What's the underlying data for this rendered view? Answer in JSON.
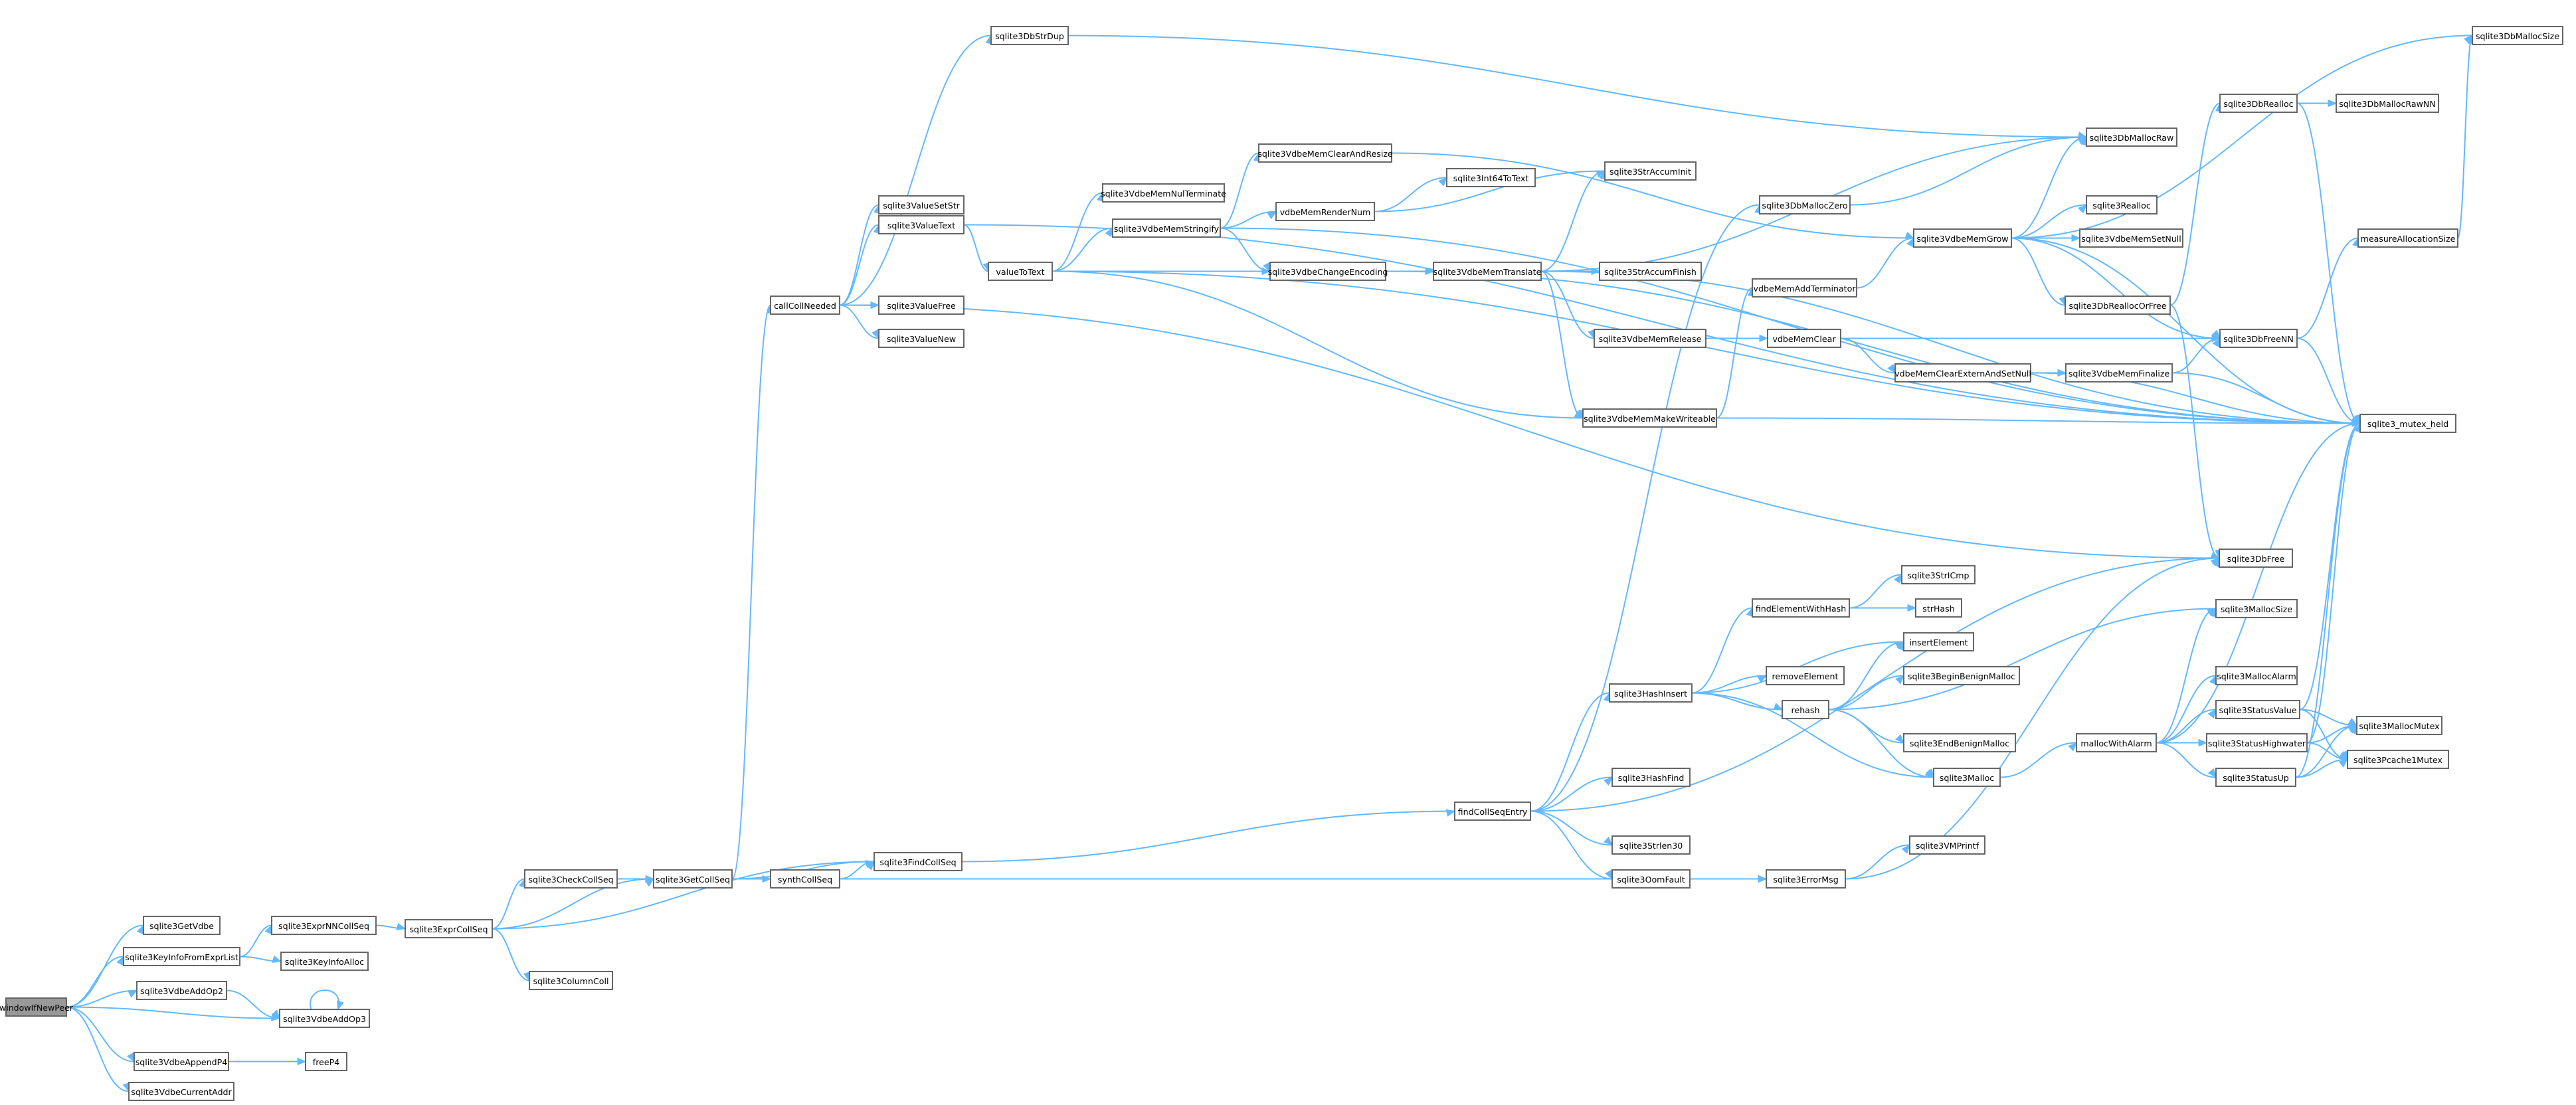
{
  "graph": {
    "nodes": [
      {
        "id": "windowIfNewPeer",
        "label": "windowIfNewPeer",
        "root": true
      },
      {
        "id": "sqlite3GetVdbe",
        "label": "sqlite3GetVdbe"
      },
      {
        "id": "sqlite3KeyInfoFromExprList",
        "label": "sqlite3KeyInfoFromExprList"
      },
      {
        "id": "sqlite3VdbeAddOp2",
        "label": "sqlite3VdbeAddOp2"
      },
      {
        "id": "sqlite3VdbeAddOp3",
        "label": "sqlite3VdbeAddOp3"
      },
      {
        "id": "sqlite3VdbeAppendP4",
        "label": "sqlite3VdbeAppendP4"
      },
      {
        "id": "sqlite3VdbeCurrentAddr",
        "label": "sqlite3VdbeCurrentAddr"
      },
      {
        "id": "sqlite3ExprNNCollSeq",
        "label": "sqlite3ExprNNCollSeq"
      },
      {
        "id": "sqlite3KeyInfoAlloc",
        "label": "sqlite3KeyInfoAlloc"
      },
      {
        "id": "freeP4",
        "label": "freeP4"
      },
      {
        "id": "sqlite3ExprCollSeq",
        "label": "sqlite3ExprCollSeq"
      },
      {
        "id": "sqlite3CheckCollSeq",
        "label": "sqlite3CheckCollSeq"
      },
      {
        "id": "sqlite3ColumnColl",
        "label": "sqlite3ColumnColl"
      },
      {
        "id": "sqlite3GetCollSeq",
        "label": "sqlite3GetCollSeq"
      },
      {
        "id": "synthCollSeq",
        "label": "synthCollSeq"
      },
      {
        "id": "sqlite3FindCollSeq",
        "label": "sqlite3FindCollSeq"
      },
      {
        "id": "callCollNeeded",
        "label": "callCollNeeded"
      },
      {
        "id": "sqlite3DbStrDup",
        "label": "sqlite3DbStrDup"
      },
      {
        "id": "sqlite3ValueSetStr",
        "label": "sqlite3ValueSetStr"
      },
      {
        "id": "sqlite3ValueText",
        "label": "sqlite3ValueText"
      },
      {
        "id": "sqlite3ValueFree",
        "label": "sqlite3ValueFree"
      },
      {
        "id": "sqlite3ValueNew",
        "label": "sqlite3ValueNew"
      },
      {
        "id": "valueToText",
        "label": "valueToText"
      },
      {
        "id": "sqlite3VdbeMemNulTerminate",
        "label": "sqlite3VdbeMemNulTerminate"
      },
      {
        "id": "sqlite3VdbeMemStringify",
        "label": "sqlite3VdbeMemStringify"
      },
      {
        "id": "sqlite3VdbeMemClearAndResize",
        "label": "sqlite3VdbeMemClearAndResize"
      },
      {
        "id": "vdbeMemRenderNum",
        "label": "vdbeMemRenderNum"
      },
      {
        "id": "sqlite3Int64ToText",
        "label": "sqlite3Int64ToText"
      },
      {
        "id": "sqlite3VdbeChangeEncoding",
        "label": "sqlite3VdbeChangeEncoding"
      },
      {
        "id": "sqlite3VdbeMemTranslate",
        "label": "sqlite3VdbeMemTranslate"
      },
      {
        "id": "sqlite3StrAccumInit",
        "label": "sqlite3StrAccumInit"
      },
      {
        "id": "sqlite3StrAccumFinish",
        "label": "sqlite3StrAccumFinish"
      },
      {
        "id": "sqlite3VdbeMemRelease",
        "label": "sqlite3VdbeMemRelease"
      },
      {
        "id": "sqlite3VdbeMemMakeWriteable",
        "label": "sqlite3VdbeMemMakeWriteable"
      },
      {
        "id": "sqlite3DbMallocZero",
        "label": "sqlite3DbMallocZero"
      },
      {
        "id": "vdbeMemAddTerminator",
        "label": "vdbeMemAddTerminator"
      },
      {
        "id": "vdbeMemClear",
        "label": "vdbeMemClear"
      },
      {
        "id": "vdbeMemClearExternAndSetNull",
        "label": "vdbeMemClearExternAndSetNull"
      },
      {
        "id": "sqlite3VdbeMemGrow",
        "label": "sqlite3VdbeMemGrow"
      },
      {
        "id": "sqlite3DbMallocRaw",
        "label": "sqlite3DbMallocRaw"
      },
      {
        "id": "sqlite3Realloc",
        "label": "sqlite3Realloc"
      },
      {
        "id": "sqlite3VdbeMemSetNull",
        "label": "sqlite3VdbeMemSetNull"
      },
      {
        "id": "sqlite3DbReallocOrFree",
        "label": "sqlite3DbReallocOrFree"
      },
      {
        "id": "sqlite3DbRealloc",
        "label": "sqlite3DbRealloc"
      },
      {
        "id": "sqlite3DbMallocRawNN",
        "label": "sqlite3DbMallocRawNN"
      },
      {
        "id": "sqlite3DbFreeNN",
        "label": "sqlite3DbFreeNN"
      },
      {
        "id": "sqlite3VdbeMemFinalize",
        "label": "sqlite3VdbeMemFinalize"
      },
      {
        "id": "sqlite3DbMallocSize",
        "label": "sqlite3DbMallocSize"
      },
      {
        "id": "measureAllocationSize",
        "label": "measureAllocationSize"
      },
      {
        "id": "sqlite3_mutex_held",
        "label": "sqlite3_mutex_held"
      },
      {
        "id": "sqlite3DbFree",
        "label": "sqlite3DbFree"
      },
      {
        "id": "findCollSeqEntry",
        "label": "findCollSeqEntry"
      },
      {
        "id": "sqlite3HashInsert",
        "label": "sqlite3HashInsert"
      },
      {
        "id": "sqlite3HashFind",
        "label": "sqlite3HashFind"
      },
      {
        "id": "sqlite3Strlen30",
        "label": "sqlite3Strlen30"
      },
      {
        "id": "sqlite3OomFault",
        "label": "sqlite3OomFault"
      },
      {
        "id": "sqlite3ErrorMsg",
        "label": "sqlite3ErrorMsg"
      },
      {
        "id": "sqlite3VMPrintf",
        "label": "sqlite3VMPrintf"
      },
      {
        "id": "findElementWithHash",
        "label": "findElementWithHash"
      },
      {
        "id": "sqlite3StrICmp",
        "label": "sqlite3StrICmp"
      },
      {
        "id": "strHash",
        "label": "strHash"
      },
      {
        "id": "insertElement",
        "label": "insertElement"
      },
      {
        "id": "removeElement",
        "label": "removeElement"
      },
      {
        "id": "rehash",
        "label": "rehash"
      },
      {
        "id": "sqlite3BeginBenignMalloc",
        "label": "sqlite3BeginBenignMalloc"
      },
      {
        "id": "sqlite3EndBenignMalloc",
        "label": "sqlite3EndBenignMalloc"
      },
      {
        "id": "sqlite3Malloc",
        "label": "sqlite3Malloc"
      },
      {
        "id": "mallocWithAlarm",
        "label": "mallocWithAlarm"
      },
      {
        "id": "sqlite3MallocSize",
        "label": "sqlite3MallocSize"
      },
      {
        "id": "sqlite3MallocAlarm",
        "label": "sqlite3MallocAlarm"
      },
      {
        "id": "sqlite3StatusValue",
        "label": "sqlite3StatusValue"
      },
      {
        "id": "sqlite3StatusHighwater",
        "label": "sqlite3StatusHighwater"
      },
      {
        "id": "sqlite3StatusUp",
        "label": "sqlite3StatusUp"
      },
      {
        "id": "sqlite3MallocMutex",
        "label": "sqlite3MallocMutex"
      },
      {
        "id": "sqlite3Pcache1Mutex",
        "label": "sqlite3Pcache1Mutex"
      }
    ],
    "edges": [
      [
        "windowIfNewPeer",
        "sqlite3GetVdbe"
      ],
      [
        "windowIfNewPeer",
        "sqlite3KeyInfoFromExprList"
      ],
      [
        "windowIfNewPeer",
        "sqlite3VdbeAddOp2"
      ],
      [
        "windowIfNewPeer",
        "sqlite3VdbeAddOp3"
      ],
      [
        "windowIfNewPeer",
        "sqlite3VdbeAppendP4"
      ],
      [
        "windowIfNewPeer",
        "sqlite3VdbeCurrentAddr"
      ],
      [
        "sqlite3KeyInfoFromExprList",
        "sqlite3ExprNNCollSeq"
      ],
      [
        "sqlite3KeyInfoFromExprList",
        "sqlite3KeyInfoAlloc"
      ],
      [
        "sqlite3VdbeAddOp2",
        "sqlite3VdbeAddOp3"
      ],
      [
        "sqlite3VdbeAddOp3",
        "sqlite3VdbeAddOp3"
      ],
      [
        "sqlite3VdbeAppendP4",
        "freeP4"
      ],
      [
        "sqlite3ExprNNCollSeq",
        "sqlite3ExprCollSeq"
      ],
      [
        "sqlite3ExprCollSeq",
        "sqlite3CheckCollSeq"
      ],
      [
        "sqlite3ExprCollSeq",
        "sqlite3ColumnColl"
      ],
      [
        "sqlite3ExprCollSeq",
        "sqlite3FindCollSeq"
      ],
      [
        "sqlite3ExprCollSeq",
        "sqlite3GetCollSeq"
      ],
      [
        "sqlite3CheckCollSeq",
        "sqlite3GetCollSeq"
      ],
      [
        "sqlite3GetCollSeq",
        "callCollNeeded"
      ],
      [
        "sqlite3GetCollSeq",
        "sqlite3ErrorMsg"
      ],
      [
        "sqlite3GetCollSeq",
        "sqlite3FindCollSeq"
      ],
      [
        "sqlite3GetCollSeq",
        "synthCollSeq"
      ],
      [
        "synthCollSeq",
        "sqlite3FindCollSeq"
      ],
      [
        "sqlite3FindCollSeq",
        "findCollSeqEntry"
      ],
      [
        "callCollNeeded",
        "sqlite3DbFree"
      ],
      [
        "callCollNeeded",
        "sqlite3DbStrDup"
      ],
      [
        "callCollNeeded",
        "sqlite3ValueFree"
      ],
      [
        "callCollNeeded",
        "sqlite3ValueNew"
      ],
      [
        "callCollNeeded",
        "sqlite3ValueSetStr"
      ],
      [
        "callCollNeeded",
        "sqlite3ValueText"
      ],
      [
        "sqlite3DbStrDup",
        "sqlite3DbMallocRaw"
      ],
      [
        "sqlite3ValueText",
        "sqlite3_mutex_held"
      ],
      [
        "sqlite3ValueText",
        "valueToText"
      ],
      [
        "valueToText",
        "sqlite3VdbeChangeEncoding"
      ],
      [
        "valueToText",
        "sqlite3VdbeMemMakeWriteable"
      ],
      [
        "valueToText",
        "sqlite3VdbeMemNulTerminate"
      ],
      [
        "valueToText",
        "sqlite3VdbeMemStringify"
      ],
      [
        "valueToText",
        "sqlite3_mutex_held"
      ],
      [
        "sqlite3VdbeMemStringify",
        "sqlite3VdbeChangeEncoding"
      ],
      [
        "sqlite3VdbeMemStringify",
        "sqlite3VdbeMemClearAndResize"
      ],
      [
        "sqlite3VdbeMemStringify",
        "sqlite3_mutex_held"
      ],
      [
        "sqlite3VdbeMemStringify",
        "vdbeMemRenderNum"
      ],
      [
        "sqlite3VdbeMemClearAndResize",
        "sqlite3VdbeMemGrow"
      ],
      [
        "vdbeMemRenderNum",
        "sqlite3Int64ToText"
      ],
      [
        "vdbeMemRenderNum",
        "sqlite3StrAccumInit"
      ],
      [
        "sqlite3VdbeChangeEncoding",
        "sqlite3VdbeMemTranslate"
      ],
      [
        "sqlite3VdbeChangeEncoding",
        "sqlite3_mutex_held"
      ],
      [
        "sqlite3VdbeMemTranslate",
        "sqlite3DbMallocRaw"
      ],
      [
        "sqlite3VdbeMemTranslate",
        "sqlite3StrAccumInit"
      ],
      [
        "sqlite3VdbeMemTranslate",
        "sqlite3StrAccumFinish"
      ],
      [
        "sqlite3VdbeMemTranslate",
        "sqlite3VdbeMemMakeWriteable"
      ],
      [
        "sqlite3VdbeMemTranslate",
        "sqlite3VdbeMemRelease"
      ],
      [
        "sqlite3VdbeMemTranslate",
        "sqlite3_mutex_held"
      ],
      [
        "sqlite3VdbeMemRelease",
        "vdbeMemClear"
      ],
      [
        "sqlite3VdbeMemMakeWriteable",
        "sqlite3_mutex_held"
      ],
      [
        "sqlite3VdbeMemMakeWriteable",
        "vdbeMemAddTerminator"
      ],
      [
        "vdbeMemAddTerminator",
        "sqlite3VdbeMemGrow"
      ],
      [
        "vdbeMemClear",
        "sqlite3DbFreeNN"
      ],
      [
        "vdbeMemClear",
        "vdbeMemClearExternAndSetNull"
      ],
      [
        "vdbeMemClearExternAndSetNull",
        "sqlite3VdbeMemFinalize"
      ],
      [
        "vdbeMemClearExternAndSetNull",
        "sqlite3_mutex_held"
      ],
      [
        "sqlite3VdbeMemFinalize",
        "sqlite3DbFreeNN"
      ],
      [
        "sqlite3VdbeMemFinalize",
        "sqlite3_mutex_held"
      ],
      [
        "sqlite3DbMallocZero",
        "sqlite3DbMallocRaw"
      ],
      [
        "sqlite3VdbeMemGrow",
        "sqlite3DbFreeNN"
      ],
      [
        "sqlite3VdbeMemGrow",
        "sqlite3DbMallocRaw"
      ],
      [
        "sqlite3VdbeMemGrow",
        "sqlite3DbReallocOrFree"
      ],
      [
        "sqlite3VdbeMemGrow",
        "sqlite3Realloc"
      ],
      [
        "sqlite3VdbeMemGrow",
        "sqlite3VdbeMemSetNull"
      ],
      [
        "sqlite3VdbeMemGrow",
        "sqlite3_mutex_held"
      ],
      [
        "sqlite3VdbeMemGrow",
        "sqlite3DbMallocSize"
      ],
      [
        "sqlite3DbReallocOrFree",
        "sqlite3DbFree"
      ],
      [
        "sqlite3DbReallocOrFree",
        "sqlite3DbRealloc"
      ],
      [
        "sqlite3DbRealloc",
        "sqlite3DbMallocRawNN"
      ],
      [
        "sqlite3DbRealloc",
        "sqlite3_mutex_held"
      ],
      [
        "sqlite3DbFreeNN",
        "measureAllocationSize"
      ],
      [
        "sqlite3DbFreeNN",
        "sqlite3_mutex_held"
      ],
      [
        "measureAllocationSize",
        "sqlite3DbMallocSize"
      ],
      [
        "findCollSeqEntry",
        "sqlite3DbMallocZero"
      ],
      [
        "findCollSeqEntry",
        "sqlite3HashFind"
      ],
      [
        "findCollSeqEntry",
        "sqlite3HashInsert"
      ],
      [
        "findCollSeqEntry",
        "sqlite3OomFault"
      ],
      [
        "findCollSeqEntry",
        "sqlite3Strlen30"
      ],
      [
        "findCollSeqEntry",
        "sqlite3DbFree"
      ],
      [
        "sqlite3HashInsert",
        "findElementWithHash"
      ],
      [
        "sqlite3HashInsert",
        "insertElement"
      ],
      [
        "sqlite3HashInsert",
        "rehash"
      ],
      [
        "sqlite3HashInsert",
        "removeElement"
      ],
      [
        "sqlite3HashInsert",
        "sqlite3Malloc"
      ],
      [
        "findElementWithHash",
        "sqlite3StrICmp"
      ],
      [
        "findElementWithHash",
        "strHash"
      ],
      [
        "rehash",
        "insertElement"
      ],
      [
        "rehash",
        "sqlite3BeginBenignMalloc"
      ],
      [
        "rehash",
        "sqlite3EndBenignMalloc"
      ],
      [
        "rehash",
        "sqlite3Malloc"
      ],
      [
        "rehash",
        "sqlite3MallocSize"
      ],
      [
        "sqlite3Malloc",
        "mallocWithAlarm"
      ],
      [
        "mallocWithAlarm",
        "sqlite3MallocAlarm"
      ],
      [
        "mallocWithAlarm",
        "sqlite3MallocSize"
      ],
      [
        "mallocWithAlarm",
        "sqlite3StatusHighwater"
      ],
      [
        "mallocWithAlarm",
        "sqlite3StatusUp"
      ],
      [
        "mallocWithAlarm",
        "sqlite3StatusValue"
      ],
      [
        "mallocWithAlarm",
        "sqlite3_mutex_held"
      ],
      [
        "sqlite3StatusValue",
        "sqlite3MallocMutex"
      ],
      [
        "sqlite3StatusValue",
        "sqlite3Pcache1Mutex"
      ],
      [
        "sqlite3StatusValue",
        "sqlite3_mutex_held"
      ],
      [
        "sqlite3StatusHighwater",
        "sqlite3MallocMutex"
      ],
      [
        "sqlite3StatusHighwater",
        "sqlite3Pcache1Mutex"
      ],
      [
        "sqlite3StatusHighwater",
        "sqlite3_mutex_held"
      ],
      [
        "sqlite3StatusUp",
        "sqlite3MallocMutex"
      ],
      [
        "sqlite3StatusUp",
        "sqlite3Pcache1Mutex"
      ],
      [
        "sqlite3StatusUp",
        "sqlite3_mutex_held"
      ],
      [
        "sqlite3OomFault",
        "sqlite3ErrorMsg"
      ],
      [
        "sqlite3ErrorMsg",
        "sqlite3DbFree"
      ],
      [
        "sqlite3ErrorMsg",
        "sqlite3VMPrintf"
      ]
    ]
  },
  "colors": {
    "edge": "#63b8ff",
    "node_border": "#666666",
    "root_fill": "#999999",
    "node_fill": "#ffffff",
    "text": "#000000"
  }
}
